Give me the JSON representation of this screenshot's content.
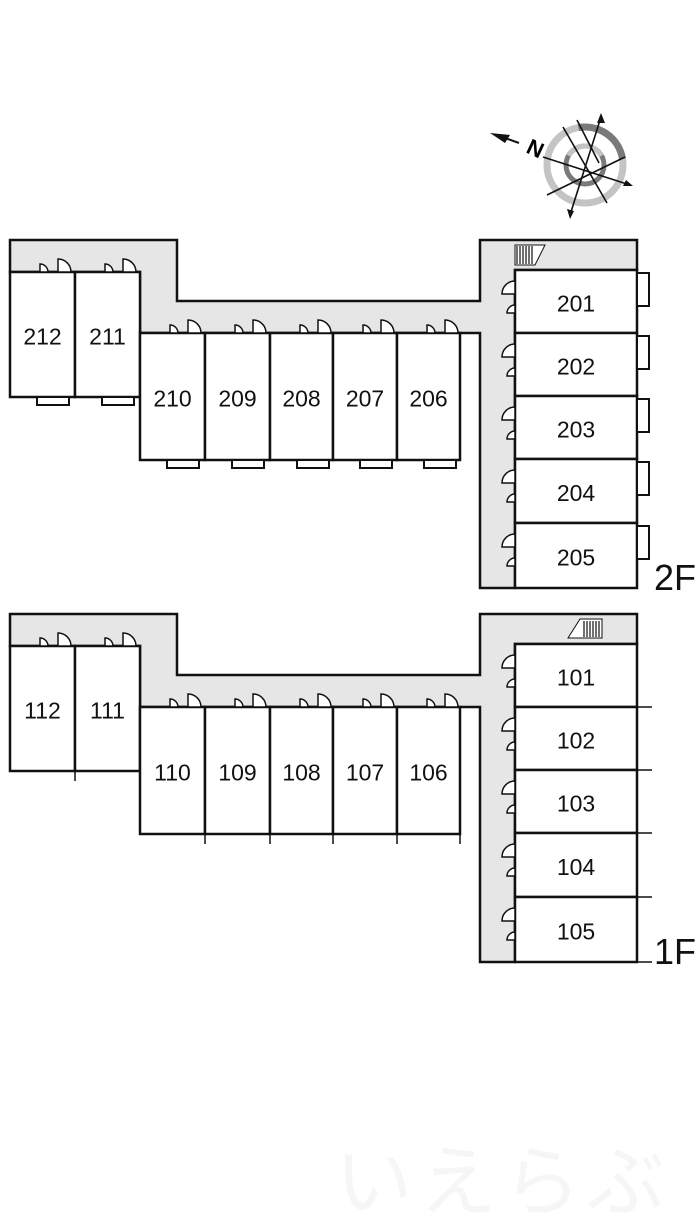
{
  "compass": {
    "icon": "north-arrow-compass-icon",
    "north_label": "N"
  },
  "floors": [
    {
      "label": "2F",
      "left_units": [
        "212",
        "211"
      ],
      "middle_units": [
        "210",
        "209",
        "208",
        "207",
        "206"
      ],
      "right_units": [
        "201",
        "202",
        "203",
        "204",
        "205"
      ]
    },
    {
      "label": "1F",
      "left_units": [
        "112",
        "111"
      ],
      "middle_units": [
        "110",
        "109",
        "108",
        "107",
        "106"
      ],
      "right_units": [
        "101",
        "102",
        "103",
        "104",
        "105"
      ]
    }
  ],
  "watermark": "いえらぶ",
  "colors": {
    "corridor": "#e6e6e6",
    "wall": "#111111",
    "compass_dark": "#777777",
    "compass_light": "#bbbbbb"
  }
}
